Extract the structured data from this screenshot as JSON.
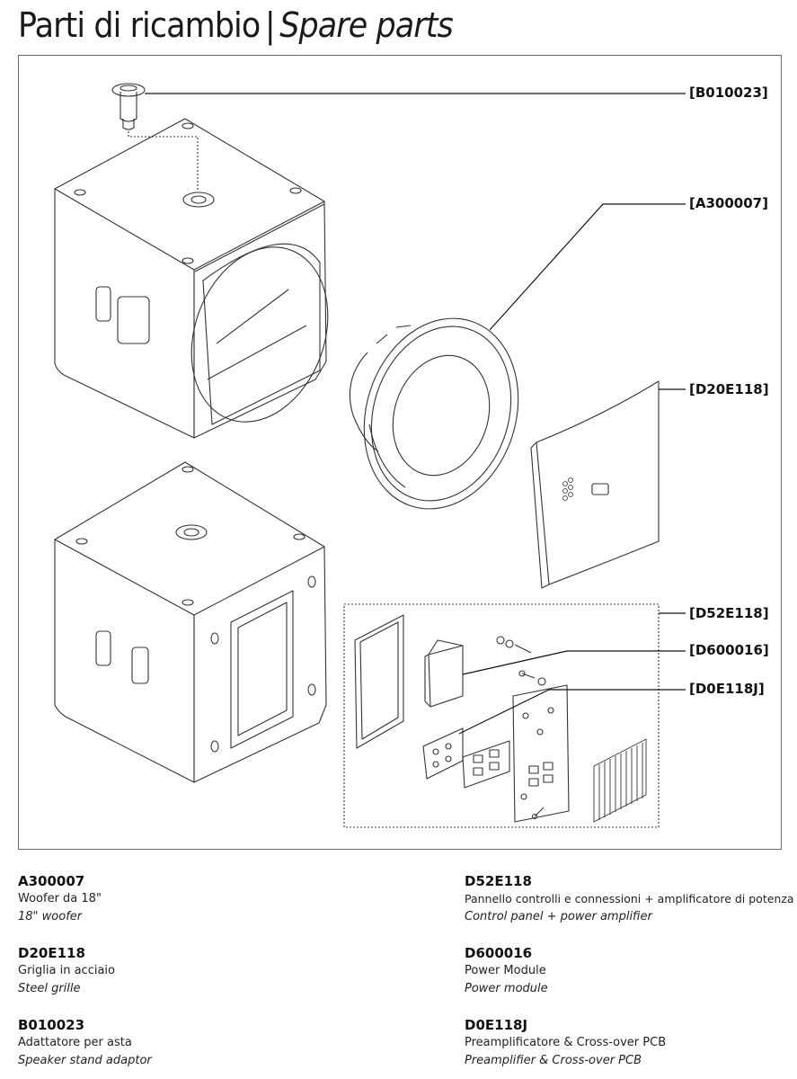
{
  "page": {
    "title_it": "Parti di ricambio",
    "title_sep": "|",
    "title_en": "Spare parts"
  },
  "callouts": [
    {
      "code": "[B010023]"
    },
    {
      "code": "[A300007]"
    },
    {
      "code": "[D20E118]"
    },
    {
      "code": "[D52E118]"
    },
    {
      "code": "[D600016]"
    },
    {
      "code": "[D0E118J]"
    }
  ],
  "parts_left": [
    {
      "code": "A300007",
      "it": "Woofer da 18\"",
      "en": "18\" woofer"
    },
    {
      "code": "D20E118",
      "it": "Griglia in acciaio",
      "en": "Steel grille"
    },
    {
      "code": "B010023",
      "it": "Adattatore per asta",
      "en": "Speaker stand adaptor"
    }
  ],
  "parts_right": [
    {
      "code": "D52E118",
      "it": "Pannello controlli e connessioni + amplificatore di potenza",
      "en": "Control panel + power amplifier"
    },
    {
      "code": "D600016",
      "it": "Power Module",
      "en": "Power module"
    },
    {
      "code": "D0E118J",
      "it": "Preamplificatore & Cross-over PCB",
      "en": "Preamplifier & Cross-over PCB"
    }
  ]
}
